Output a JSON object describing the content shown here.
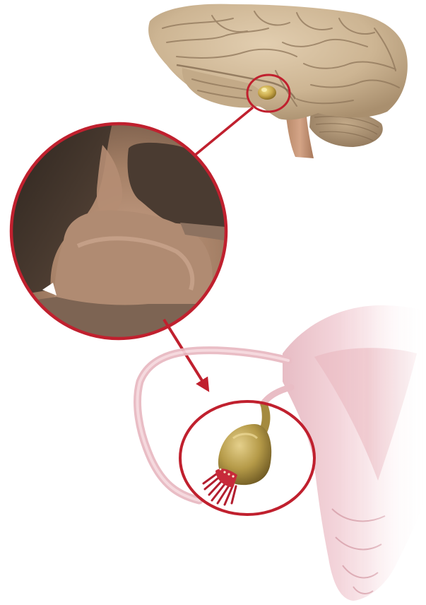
{
  "illustration": {
    "subjects": [
      "brain",
      "pituitary-gland",
      "magnified-pituitary",
      "uterus",
      "fallopian-tube",
      "ovary"
    ],
    "colors": {
      "brain": "#cdb593",
      "brain_shadow": "#a98f6e",
      "pituitary": "#c9a84a",
      "callout_ring": "#c0202e",
      "arrow": "#c0202e",
      "uterus": "#eec9cf",
      "uterus_shadow": "#d9a4ae",
      "ovary": "#b59a48",
      "fimbriae": "#b31e2f",
      "magnified_tissue": "#a58066",
      "magnified_dark": "#3d3026"
    }
  }
}
